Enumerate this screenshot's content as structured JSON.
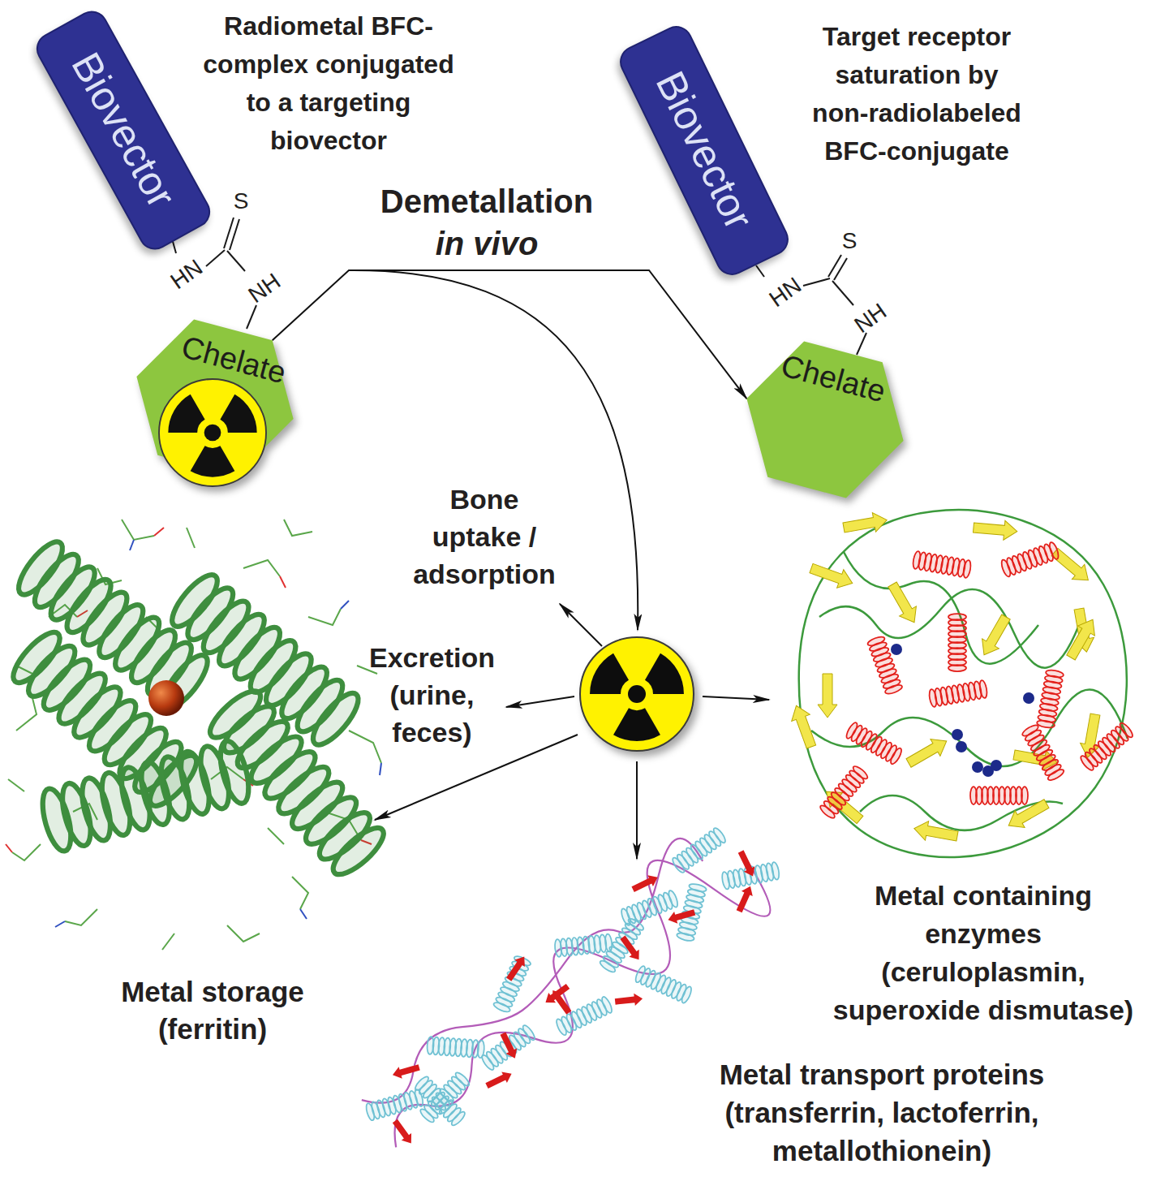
{
  "diagram": {
    "nodes": [
      {
        "text": [
          "Biovector"
        ]
      },
      {
        "text": [
          "Chelate"
        ]
      },
      {
        "text": [
          "Biovector"
        ]
      },
      {
        "text": [
          "Chelate"
        ]
      }
    ],
    "edges": [
      {
        "from": 1,
        "to": 3,
        "arrow": "to"
      }
    ],
    "labels": [
      "Radiometal BFC-complex conjugated to a targeting biovector",
      "S",
      "HN",
      "NH",
      "Target receptor saturation by non-radiolabeled BFC-conjugate",
      "S",
      "HN",
      "NH",
      "Demetallation",
      "in vivo",
      "Bone uptake / adsorption",
      "Excretion (urine, feces)",
      "Metal storage (ferritin)",
      "Metal containing enzymes (ceruloplasmin, superoxide dismutase)",
      "Metal transport proteins (transferrin, lactoferrin, metallothionein)"
    ]
  }
}
